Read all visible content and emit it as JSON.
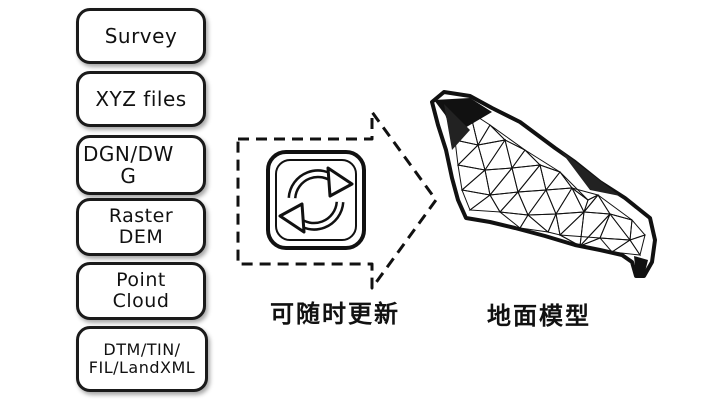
{
  "inputs": [
    {
      "label": "Survey"
    },
    {
      "label": "XYZ files"
    },
    {
      "label": "DGN/DW\nG"
    },
    {
      "label": "Raster\nDEM"
    },
    {
      "label": "Point\nCloud"
    },
    {
      "label": "DTM/TIN/\nFIL/LandXML"
    }
  ],
  "process": {
    "label": "可随时更新",
    "icon": "refresh-cycle-icon"
  },
  "result": {
    "label": "地面模型",
    "icon": "terrain-mesh-icon"
  },
  "colors": {
    "stroke": "#111111",
    "background": "#ffffff"
  }
}
